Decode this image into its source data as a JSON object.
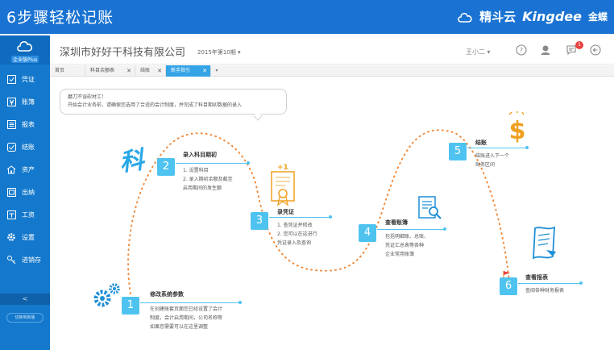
{
  "banner": {
    "title": "6步骤轻松记账",
    "brand_jdy": "精斗云",
    "brand_kingdee": "Kingdee",
    "brand_jindie": "金蝶"
  },
  "sidebar": {
    "edition": "企业版Plus",
    "items": [
      {
        "label": "凭证",
        "icon": "voucher-icon"
      },
      {
        "label": "账簿",
        "icon": "ledger-icon"
      },
      {
        "label": "报表",
        "icon": "report-icon"
      },
      {
        "label": "结账",
        "icon": "checkout-icon"
      },
      {
        "label": "资产",
        "icon": "asset-icon"
      },
      {
        "label": "出纳",
        "icon": "cashier-icon"
      },
      {
        "label": "工资",
        "icon": "salary-icon"
      },
      {
        "label": "设置",
        "icon": "gear-icon"
      },
      {
        "label": "进销存",
        "icon": "inventory-icon"
      }
    ],
    "collapse": "<",
    "bottom_label": "切换到新版"
  },
  "header": {
    "company": "深圳市好好干科技有限公司",
    "period": "2015年第10期",
    "user": "王小二",
    "notification_count": "1"
  },
  "tabs": [
    {
      "label": "首页"
    },
    {
      "label": "科目余额表"
    },
    {
      "label": "结账"
    },
    {
      "label": "新手指引"
    }
  ],
  "intro": {
    "line1": "磨刀不误砍材工！",
    "line2": "开始会计业务前，请确保您选用了合适的会计制度，并完成了科目期初数据的录入"
  },
  "decor": {
    "ke_char": "科",
    "plus_one": "+1"
  },
  "steps": [
    {
      "num": "1",
      "title": "修改系统参数",
      "desc": [
        "在创建账套页面您已经设置了会计",
        "制度，会计启用期间，公司名称等",
        "如果您需要可以在这里调整"
      ]
    },
    {
      "num": "2",
      "title": "录入科目期初",
      "desc": [
        "1. 设置科目",
        "2. 录入期初余额及截至",
        "启用期间的发生额"
      ]
    },
    {
      "num": "3",
      "title": "录凭证",
      "desc": [
        "1. 查凭证并修改",
        "2. 您可以在这进行",
        "凭证录入及查询"
      ]
    },
    {
      "num": "4",
      "title": "查看账簿",
      "desc": [
        "包括明细账、总账、",
        "凭证汇总表等各种",
        "企业常用账簿"
      ]
    },
    {
      "num": "5",
      "title": "结账",
      "desc": [
        "结账进入下一个",
        "财务区间"
      ]
    },
    {
      "num": "6",
      "title": "查看报表",
      "desc": [
        "查阅各种财务报表"
      ]
    }
  ]
}
